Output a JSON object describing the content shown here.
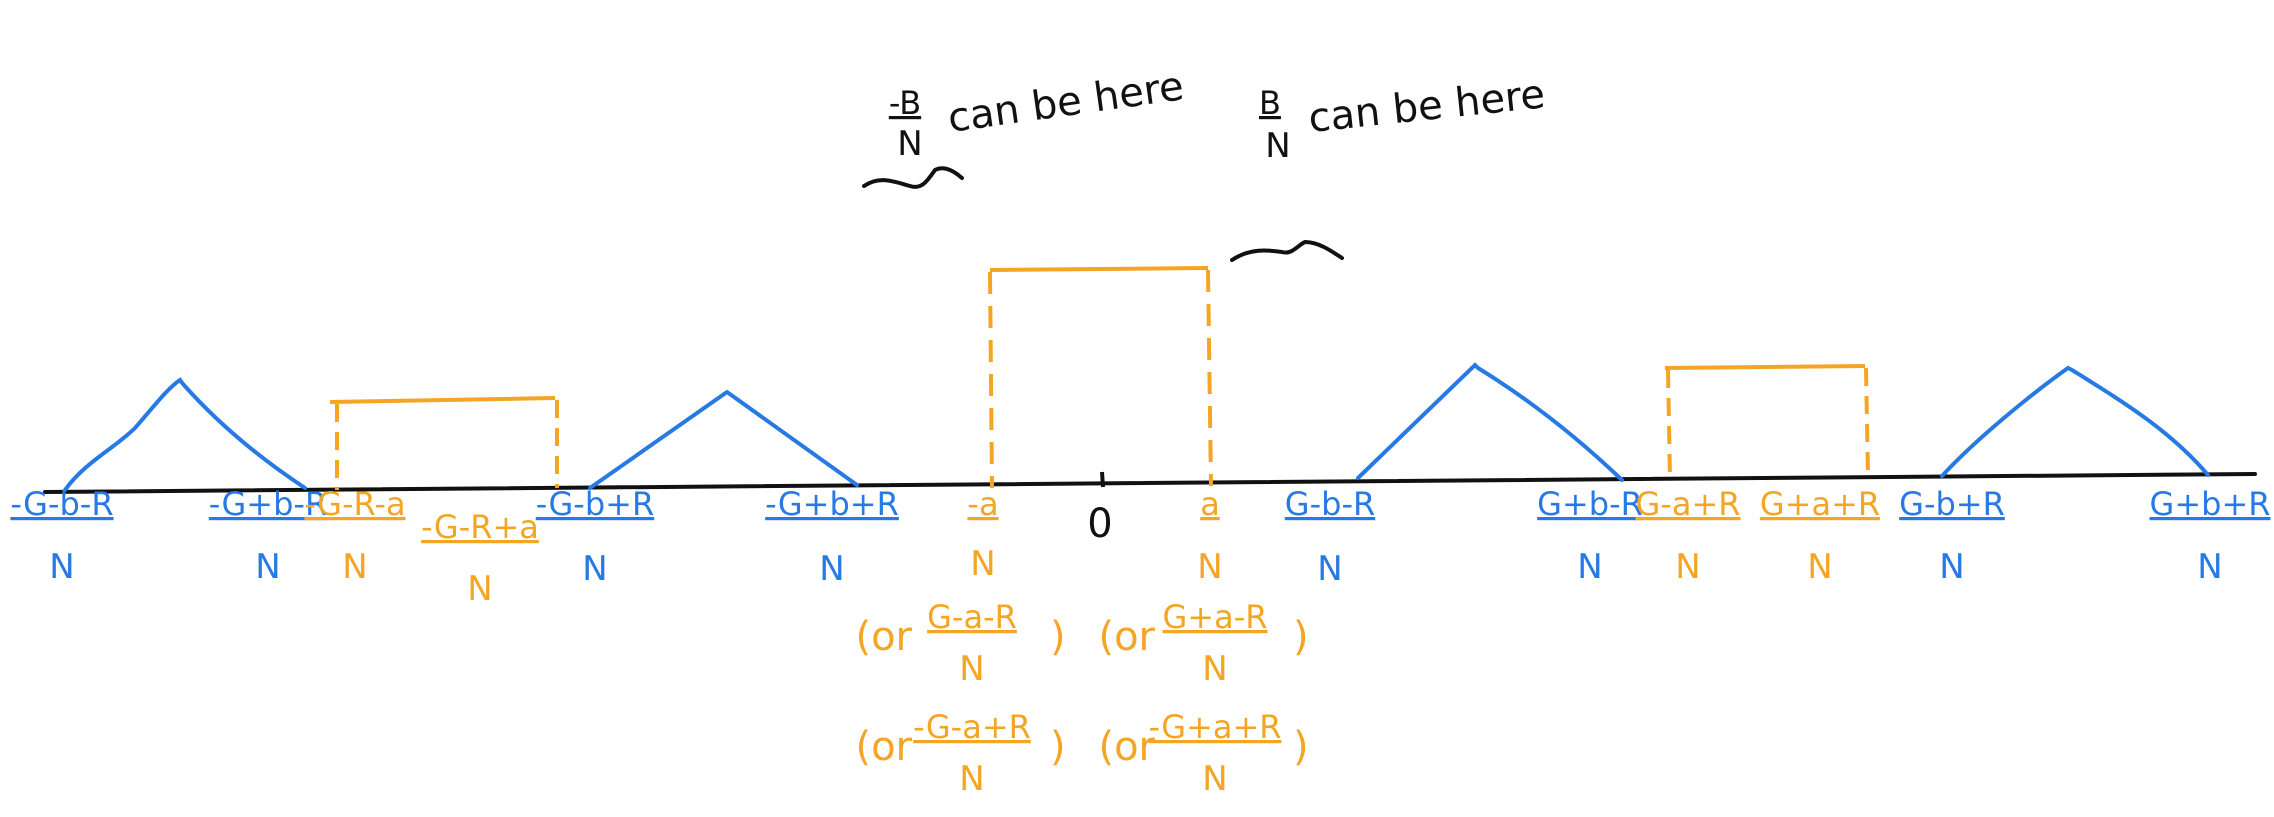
{
  "colors": {
    "axis": "#111111",
    "blue": "#2779e4",
    "orange": "#f4a524",
    "black": "#111111"
  },
  "zero_label": "0",
  "notes": {
    "neg_b": {
      "num": "-B",
      "den": "N",
      "text": "can be here"
    },
    "pos_b": {
      "num": "B",
      "den": "N",
      "text": "can be here"
    }
  },
  "labels": [
    {
      "num": "-G-b-R",
      "den": "N",
      "color": "blue"
    },
    {
      "num": "-G+b-R",
      "den": "N",
      "color": "blue"
    },
    {
      "num": "-G-R-a",
      "den": "N",
      "color": "orange"
    },
    {
      "num": "-G-R+a",
      "den": "N",
      "color": "orange"
    },
    {
      "num": "-G-b+R",
      "den": "N",
      "color": "blue"
    },
    {
      "num": "-G+b+R",
      "den": "N",
      "color": "blue"
    },
    {
      "num": "-a",
      "den": "N",
      "color": "orange"
    },
    {
      "num": "a",
      "den": "N",
      "color": "orange"
    },
    {
      "num": "G-b-R",
      "den": "N",
      "color": "blue"
    },
    {
      "num": "G+b-R",
      "den": "N",
      "color": "blue"
    },
    {
      "num": "G-a+R",
      "den": "N",
      "color": "orange"
    },
    {
      "num": "G+a+R",
      "den": "N",
      "color": "orange"
    },
    {
      "num": "G-b+R",
      "den": "N",
      "color": "blue"
    },
    {
      "num": "G+b+R",
      "den": "N",
      "color": "blue"
    }
  ],
  "alternatives": [
    {
      "prefix": "(or",
      "num": "G-a-R",
      "den": "N",
      "suffix": ")"
    },
    {
      "prefix": "(or",
      "num": "G+a-R",
      "den": "N",
      "suffix": ")"
    },
    {
      "prefix": "(or",
      "num": "-G-a+R",
      "den": "N",
      "suffix": ")"
    },
    {
      "prefix": "(or",
      "num": "-G+a+R",
      "den": "N",
      "suffix": ")"
    }
  ]
}
